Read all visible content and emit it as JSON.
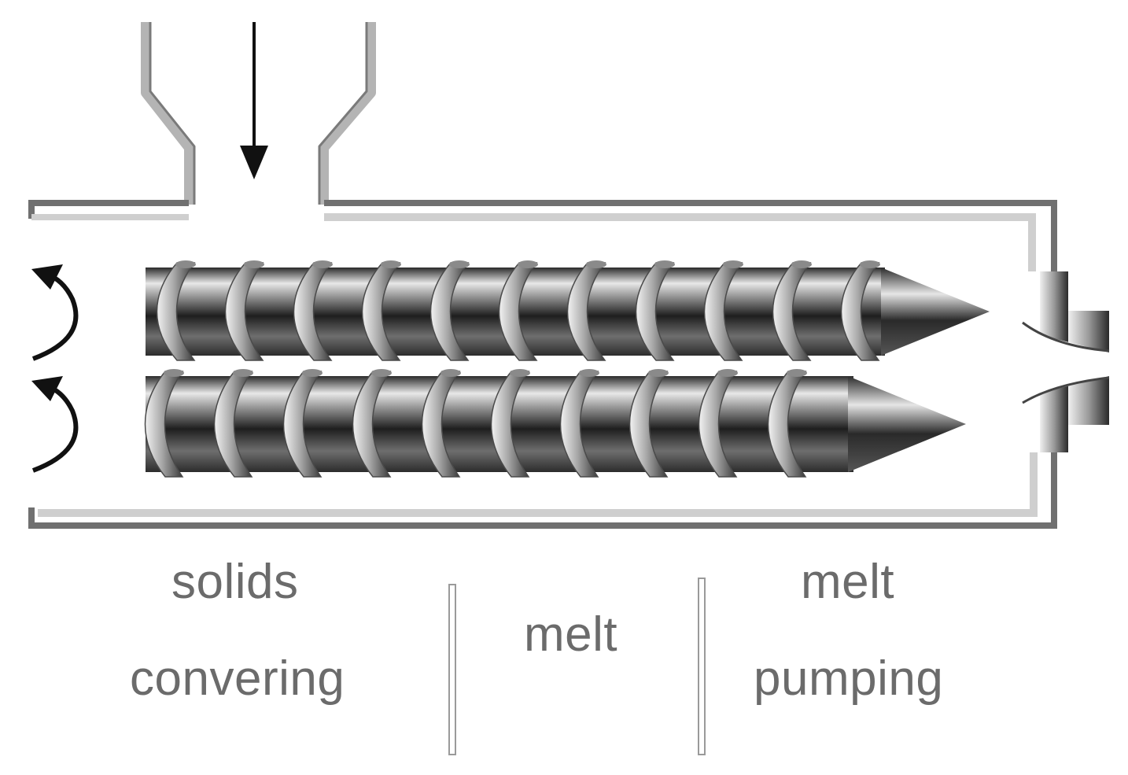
{
  "zones": {
    "solids_line1": "solids",
    "solids_line2": "convering",
    "melt": "melt",
    "pumping_line1": "melt",
    "pumping_line2": "pumping"
  },
  "colors": {
    "barrel_dark": "#707070",
    "barrel_light": "#c8c8c8",
    "label": "#6b6b6b",
    "arrow": "#111111"
  },
  "icons": {
    "feed_arrow": "arrow-down-icon",
    "rotation_arrow": "curved-arrow-icon"
  }
}
